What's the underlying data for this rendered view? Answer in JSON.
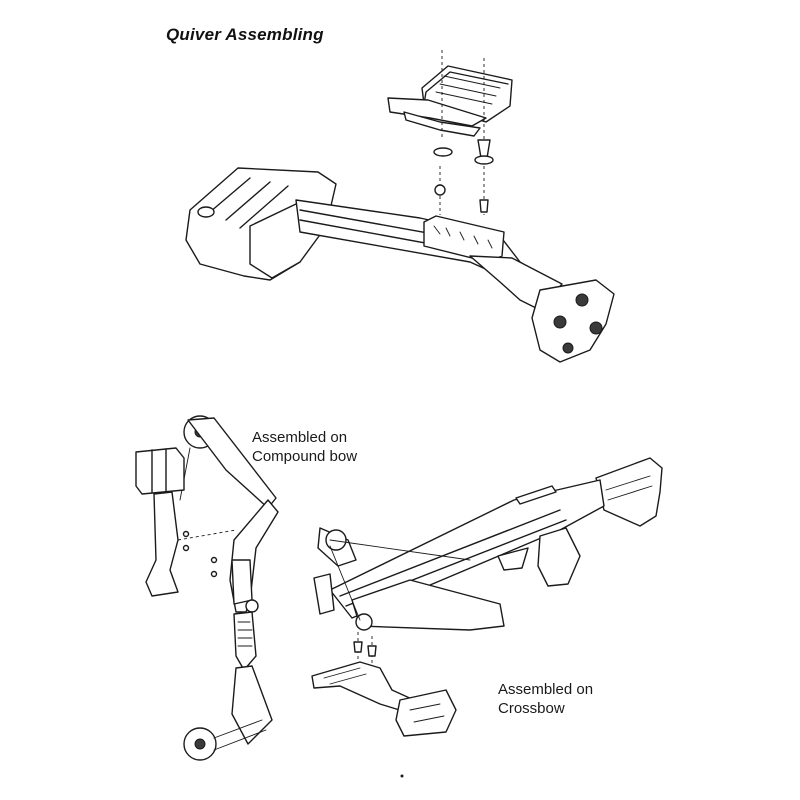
{
  "page": {
    "title": "Quiver Assembling"
  },
  "captions": {
    "compound_line1": "Assembled on",
    "compound_line2": "Compound bow",
    "crossbow_line1": "Assembled on",
    "crossbow_line2": "Crossbow"
  }
}
